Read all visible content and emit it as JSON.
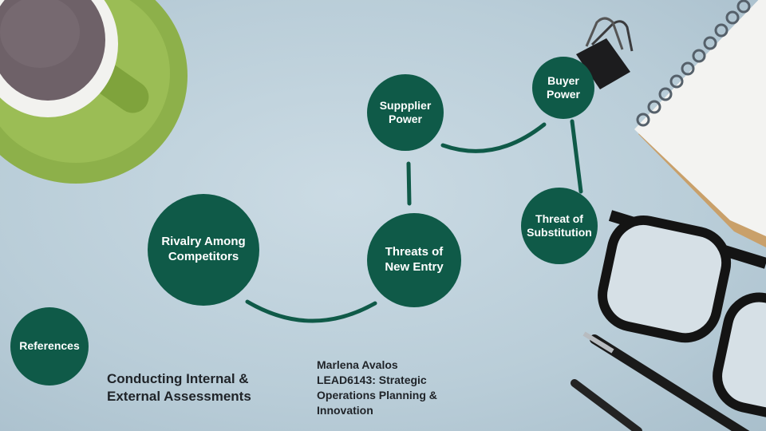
{
  "colors": {
    "node_fill": "#0f5a48",
    "connector": "#0f5a48",
    "background": "#c3d5df",
    "text_dark": "#1f2328"
  },
  "nodes": {
    "rivalry": "Rivalry Among Competitors",
    "new_entry": "Threats of New Entry",
    "supplier": "Suppplier Power",
    "buyer": "Buyer Power",
    "substitution": "Threat of Substitution",
    "references": "References"
  },
  "title": {
    "line1": "Conducting Internal &",
    "line2": "External Assessments"
  },
  "author": {
    "line1": "Marlena Avalos",
    "line2": "LEAD6143: Strategic",
    "line3": "Operations Planning &",
    "line4": "Innovation"
  },
  "icons": [
    "coffee-cup-icon",
    "binder-clip-icon",
    "notebook-icon",
    "glasses-icon",
    "pen-icon",
    "pencil-icon"
  ]
}
